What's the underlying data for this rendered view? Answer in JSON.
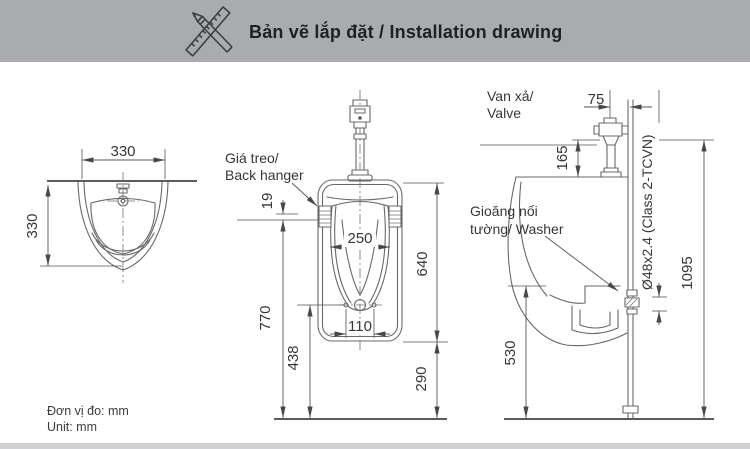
{
  "header": {
    "title": "Bản vẽ lắp đặt / Installation drawing",
    "icon": "pencil-ruler-icon"
  },
  "footer": {
    "unit_vi": "Đơn vị đo: mm",
    "unit_en": "Unit: mm"
  },
  "top_view": {
    "dim_width": "330",
    "dim_depth": "330"
  },
  "front_view": {
    "label_hanger_line1": "Giá treo/",
    "label_hanger_line2": "Back hanger",
    "dim_hanger_offset": "19",
    "dim_rim_width": "250",
    "dim_body_height": "640",
    "dim_hanger_height": "770",
    "dim_outlet_height": "438",
    "dim_bolt_spacing": "110",
    "dim_bottom_clearance": "290"
  },
  "side_view": {
    "label_valve_line1": "Van xả/",
    "label_valve_line2": "Valve",
    "label_washer_line1": "Gioăng nối",
    "label_washer_line2": "tường/ Washer",
    "dim_valve_wall": "75",
    "dim_valve_height": "165",
    "dim_pipe_spec": "Ø48x2.4 (Class 2-TCVN)",
    "dim_rim_height": "530",
    "dim_supply_height": "1095"
  },
  "colors": {
    "header_bg": "#a9abae",
    "line": "#67686b",
    "dim_line": "#525356",
    "text": "#353638",
    "bottom_strip": "#cfd0d2"
  }
}
